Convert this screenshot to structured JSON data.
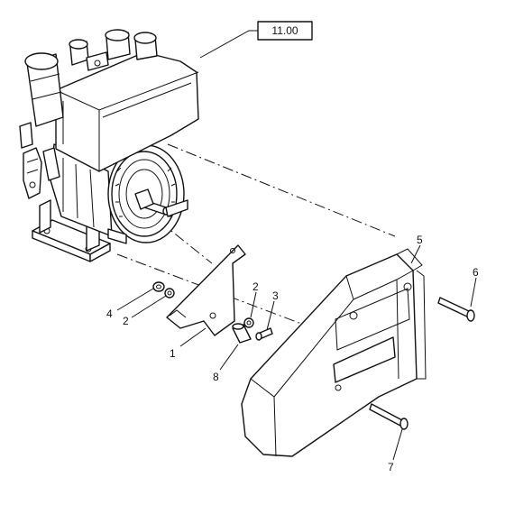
{
  "reference_box": {
    "label": "11.00"
  },
  "callouts": [
    {
      "id": "1",
      "label": "1"
    },
    {
      "id": "2a",
      "label": "2"
    },
    {
      "id": "2b",
      "label": "2"
    },
    {
      "id": "3",
      "label": "3"
    },
    {
      "id": "4",
      "label": "4"
    },
    {
      "id": "5",
      "label": "5"
    },
    {
      "id": "6",
      "label": "6"
    },
    {
      "id": "7",
      "label": "7"
    },
    {
      "id": "8",
      "label": "8"
    }
  ]
}
